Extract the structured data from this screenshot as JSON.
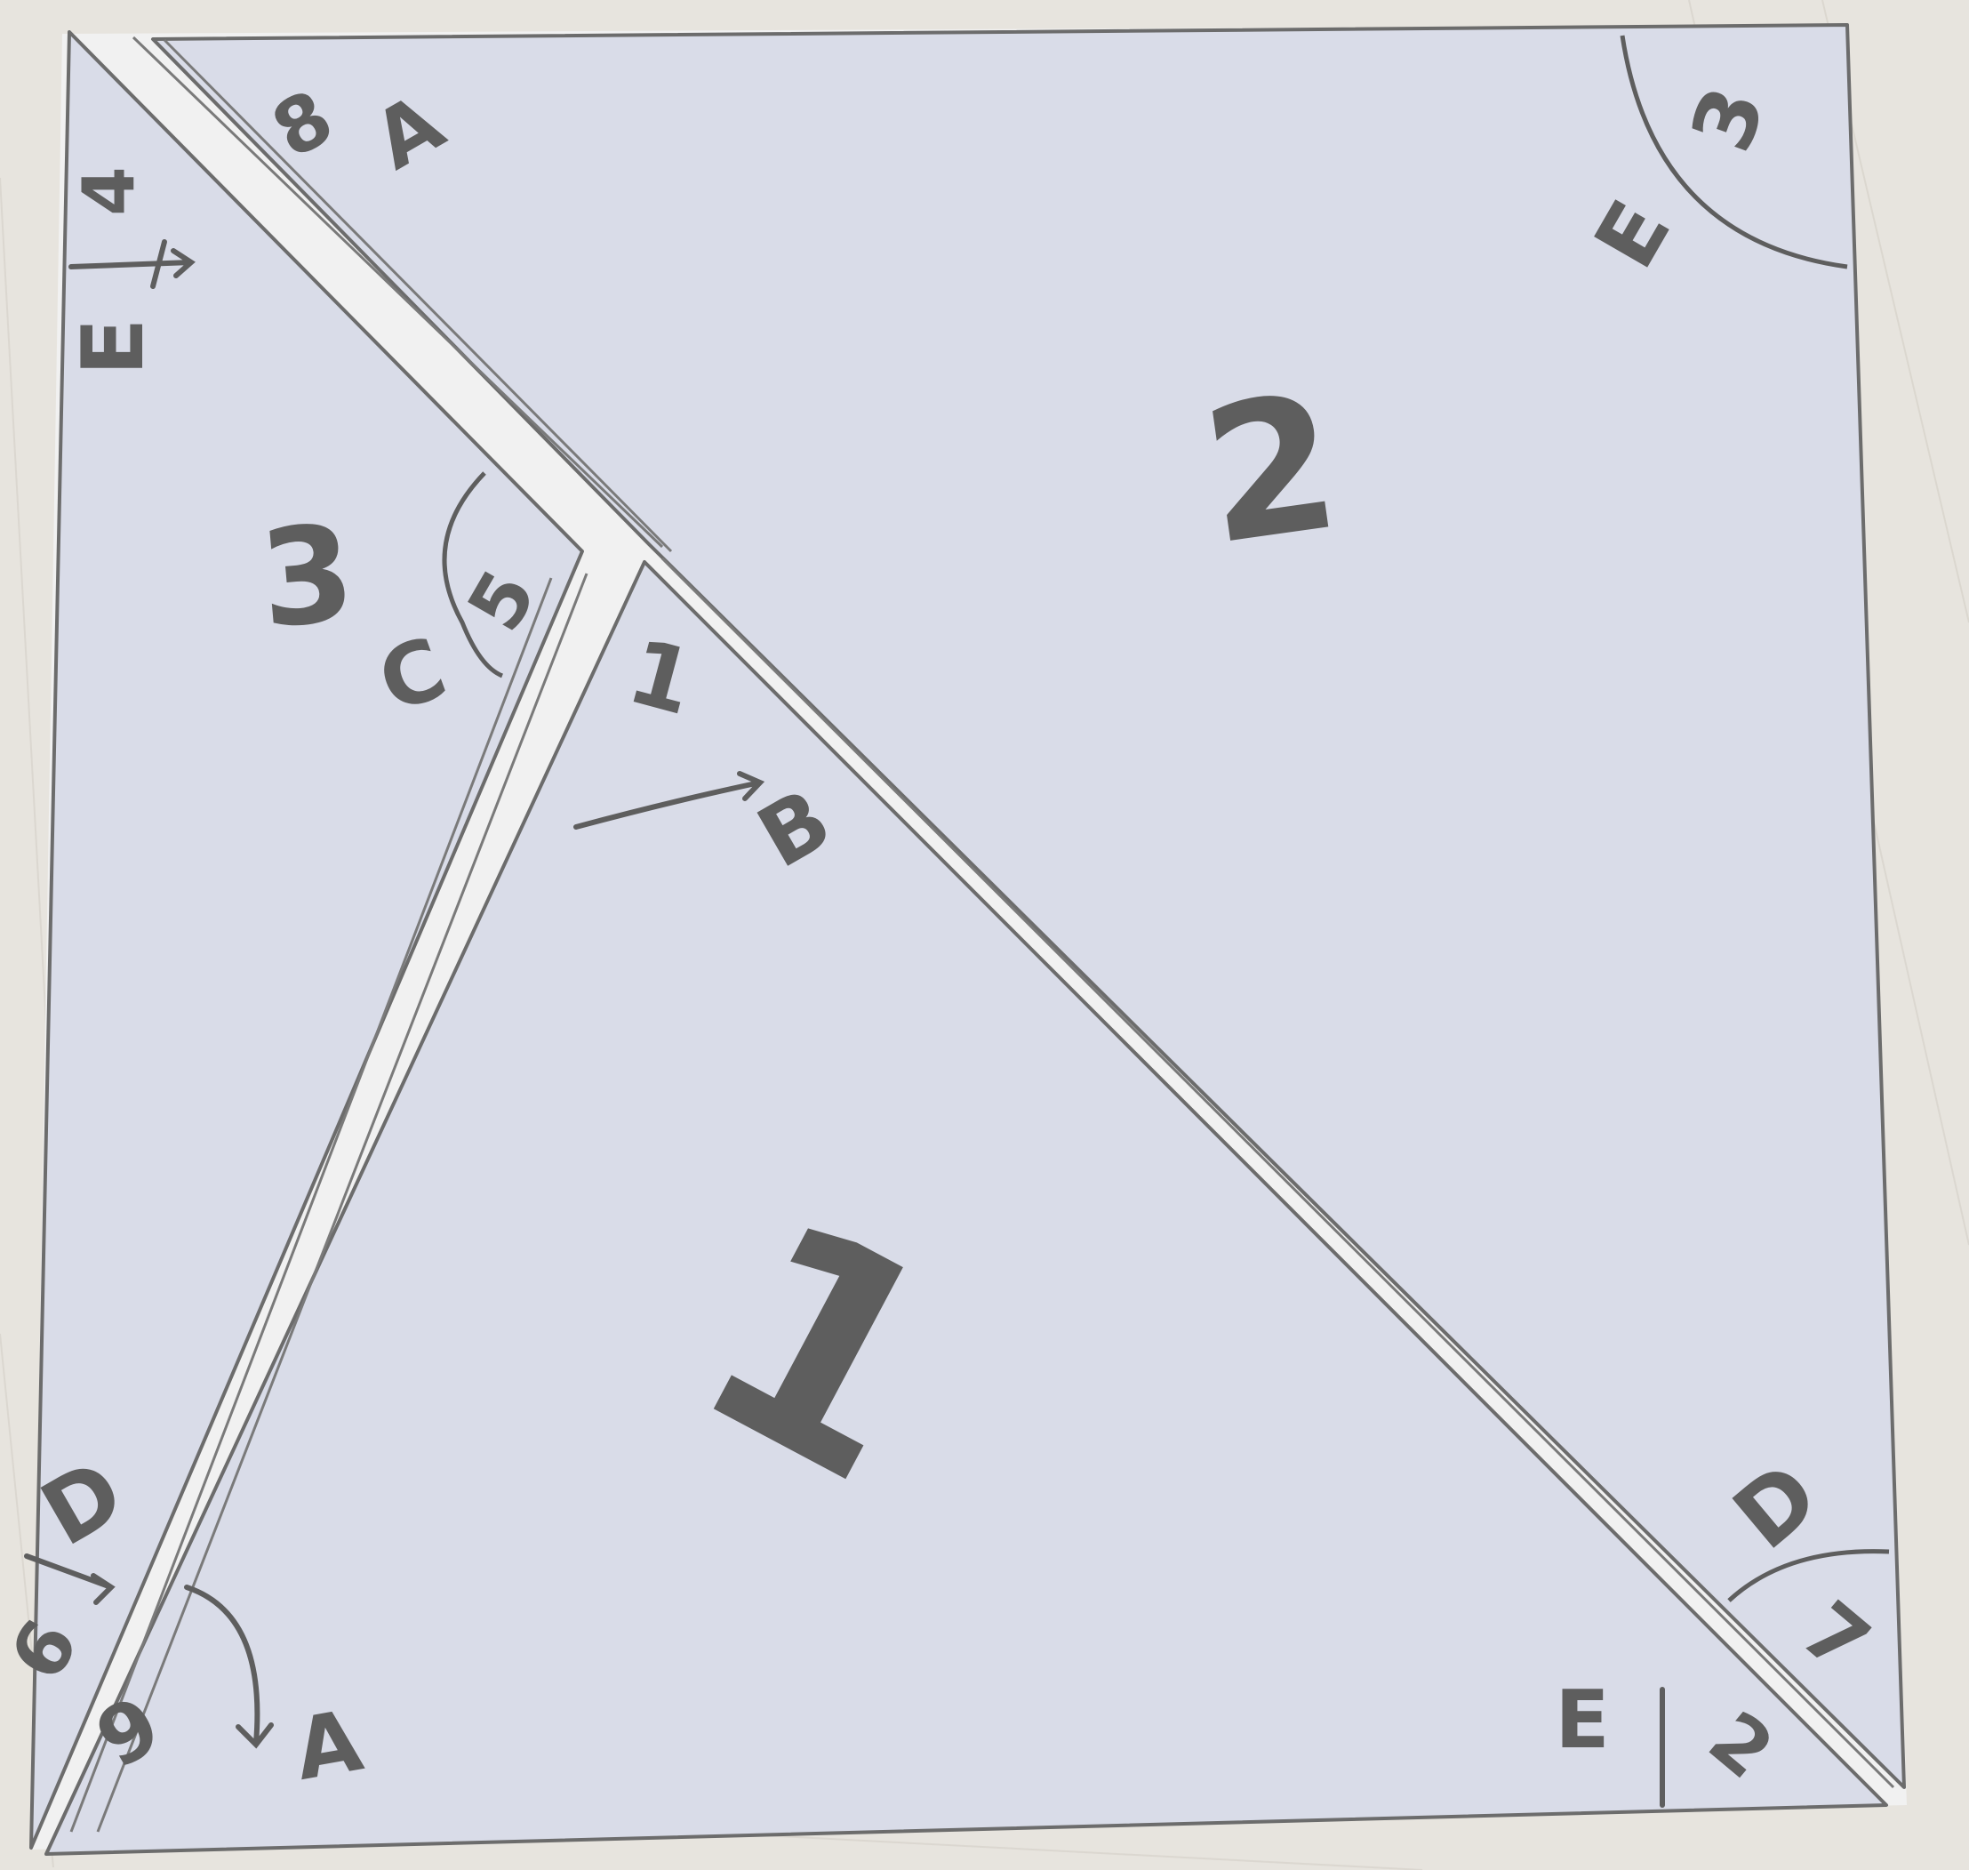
{
  "photo": {
    "background_color": "#e7e4de",
    "paper_color": "#d9dce8",
    "pencil_color": "#5e5e5e",
    "gap_color": "#f1f1f1"
  },
  "pieces": [
    {
      "number": "1",
      "shape": "triangle"
    },
    {
      "number": "2",
      "shape": "triangle"
    },
    {
      "number": "3",
      "shape": "triangle"
    }
  ],
  "labels": {
    "top_left": [
      "8",
      "A",
      "4",
      "E"
    ],
    "top_right": [
      "3",
      "E"
    ],
    "center_left": [
      "5",
      "C",
      "1",
      "B"
    ],
    "bottom_left": [
      "D",
      "6",
      "9",
      "A"
    ],
    "bottom_right": [
      "D",
      "7",
      "E",
      "2"
    ]
  }
}
